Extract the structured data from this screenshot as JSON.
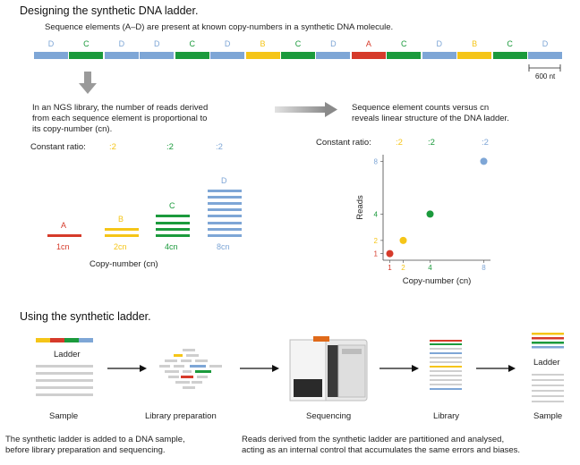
{
  "colors": {
    "A": "#d63a2a",
    "B": "#f5c518",
    "C": "#1b9a3c",
    "D": "#7ea6d6",
    "grey": "#9a9a9a"
  },
  "section1": {
    "title": "Designing the synthetic DNA ladder.",
    "subtitle": "Sequence elements (A–D) are present at known copy-numbers in a synthetic DNA molecule.",
    "sequence": [
      "D",
      "C",
      "D",
      "D",
      "C",
      "D",
      "B",
      "C",
      "D",
      "A",
      "C",
      "D",
      "B",
      "C",
      "D"
    ],
    "scale_label": "600 nt"
  },
  "left_panel": {
    "text_lines": [
      "In an NGS library, the number of reads derived",
      "from each sequence element is proportional to",
      "its copy-number (cn)."
    ],
    "constant_ratio_label": "Constant ratio:",
    "ratios": [
      ":2",
      ":2",
      ":2"
    ],
    "groups": [
      {
        "letter": "A",
        "cn_label": "1cn",
        "bars": 1
      },
      {
        "letter": "B",
        "cn_label": "2cn",
        "bars": 2
      },
      {
        "letter": "C",
        "cn_label": "4cn",
        "bars": 4
      },
      {
        "letter": "D",
        "cn_label": "8cn",
        "bars": 8
      }
    ],
    "xlabel": "Copy-number (cn)"
  },
  "right_panel": {
    "text_lines": [
      "Sequence element counts versus cn",
      "reveals linear structure of the DNA ladder."
    ],
    "constant_ratio_label": "Constant ratio:",
    "ratios": [
      ":2",
      ":2",
      ":2"
    ]
  },
  "chart_data": {
    "type": "scatter",
    "xlabel": "Copy-number (cn)",
    "ylabel": "Reads",
    "x": [
      1,
      2,
      4,
      8
    ],
    "y": [
      1,
      2,
      4,
      8
    ],
    "point_colors": [
      "A",
      "B",
      "C",
      "D"
    ],
    "xticks": [
      "1",
      "2",
      "4",
      "8"
    ],
    "yticks": [
      "1",
      "2",
      "4",
      "8"
    ],
    "xlim": [
      0.5,
      8.5
    ],
    "ylim": [
      0.5,
      8.5
    ]
  },
  "section2": {
    "title": "Using the synthetic ladder.",
    "ladder_label": "Ladder",
    "steps": [
      "Sample",
      "Library preparation",
      "Sequencing",
      "Library",
      "Sample"
    ],
    "ladder_label_2": "Ladder",
    "caption_left": [
      "The synthetic ladder is added to a DNA sample,",
      "before library preparation and sequencing."
    ],
    "caption_right": [
      "Reads derived from the synthetic ladder are partitioned and analysed,",
      "acting as an internal control that accumulates the same errors and biases."
    ]
  }
}
